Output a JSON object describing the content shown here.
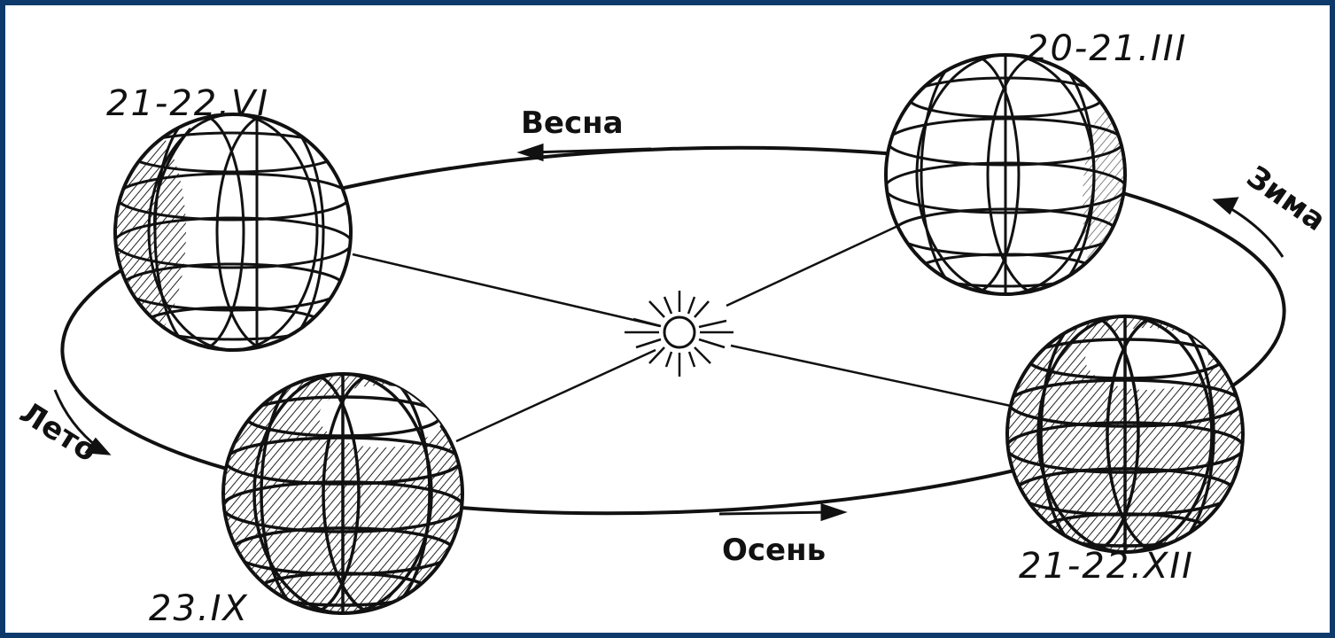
{
  "dates": {
    "summer_solstice": "21-22.VI",
    "spring_equinox": "20-21.III",
    "autumn_equinox": "23.IX",
    "winter_solstice": "21-22.XII"
  },
  "seasons": {
    "spring": "Весна",
    "winter": "Зима",
    "summer": "Лето",
    "autumn": "Осень"
  },
  "colors": {
    "frame": "#0d3a6b",
    "ink": "#111111",
    "paper": "#ffffff"
  }
}
